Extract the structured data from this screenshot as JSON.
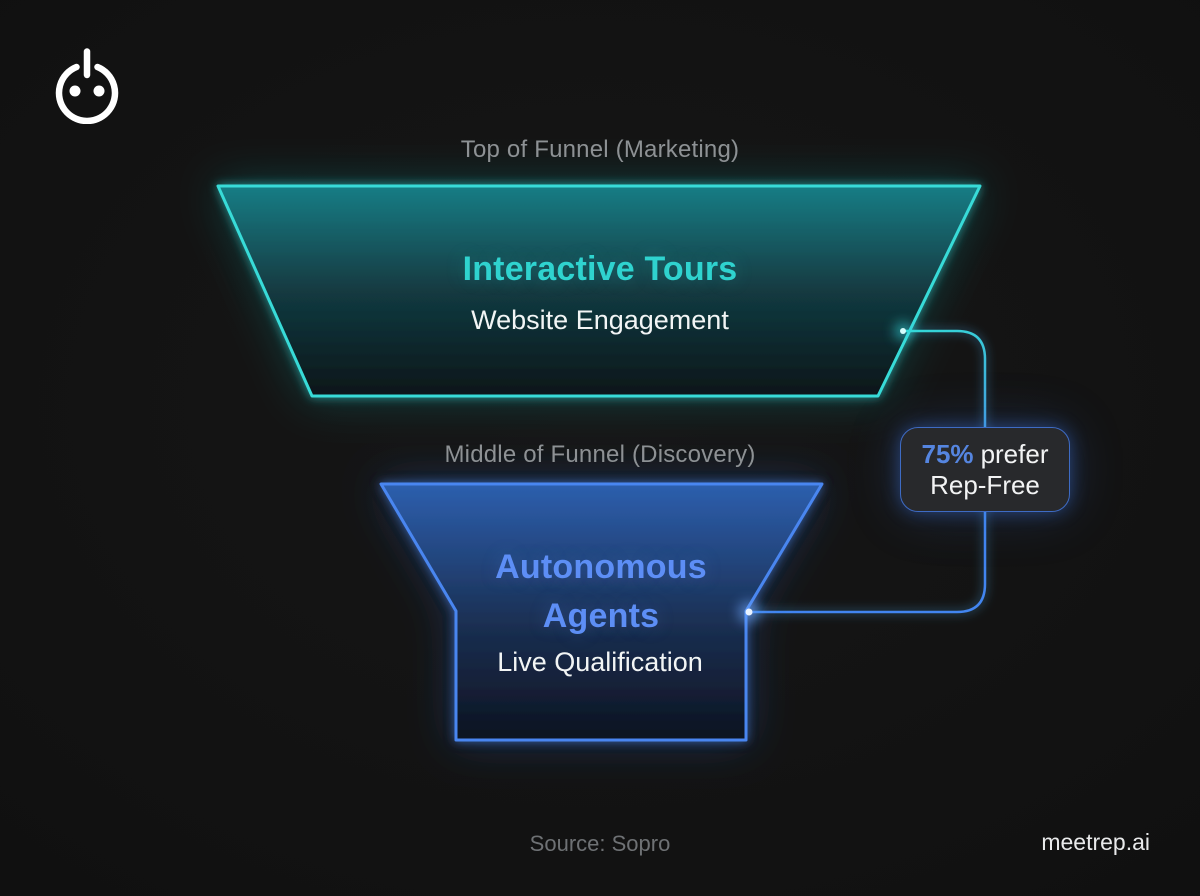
{
  "canvas": {
    "background": "#131313",
    "accent_teal": "#2fd3cf",
    "accent_blue": "#5d8ef5",
    "label_gray": "#8d9194"
  },
  "logo": {
    "icon": "power-button-face-logo"
  },
  "stages": {
    "top": {
      "label": "Top of Funnel (Marketing)",
      "title": "Interactive Tours",
      "subtitle": "Website Engagement",
      "accent": "#2fd3cf"
    },
    "middle": {
      "label": "Middle of Funnel (Discovery)",
      "title": "Autonomous Agents",
      "subtitle": "Live Qualification",
      "accent": "#5d8ef5"
    }
  },
  "callout": {
    "stat": "75%",
    "stat_suffix": "prefer",
    "line2": "Rep-Free",
    "stat_color": "#5585e0"
  },
  "footer": {
    "source": "Source: Sopro",
    "brand": "meetrep.ai"
  }
}
